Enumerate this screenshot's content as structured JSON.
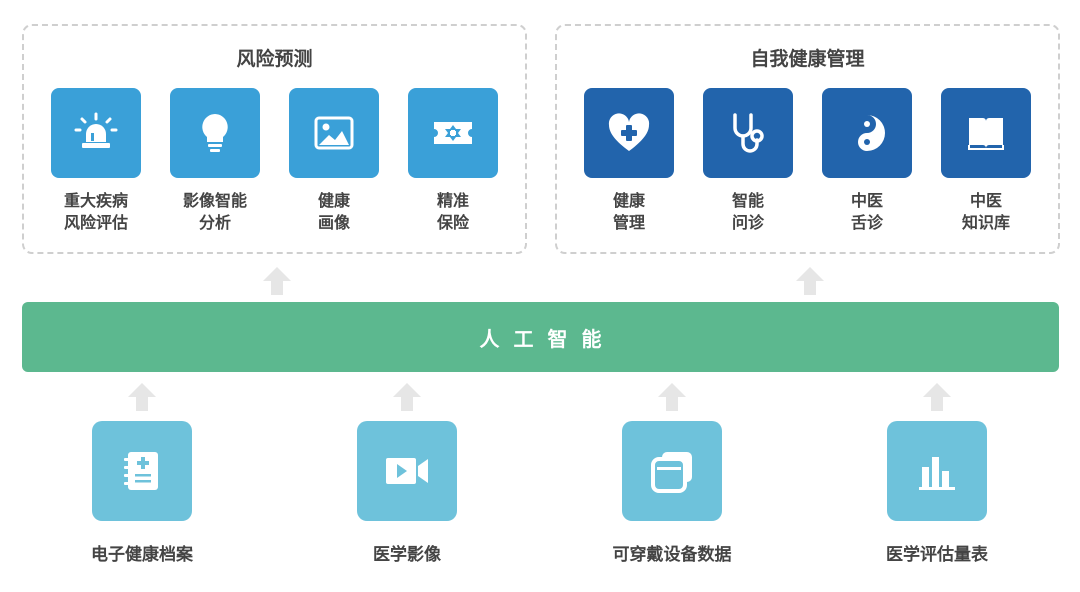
{
  "risk_panel": {
    "title": "风险预测",
    "items": [
      {
        "line1": "重大疾病",
        "line2": "风险评估",
        "icon": "alarm-light-icon"
      },
      {
        "line1": "影像智能",
        "line2": "分析",
        "icon": "lightbulb-icon"
      },
      {
        "line1": "健康",
        "line2": "画像",
        "icon": "image-icon"
      },
      {
        "line1": "精准",
        "line2": "保险",
        "icon": "insurance-ticket-icon"
      }
    ]
  },
  "health_panel": {
    "title": "自我健康管理",
    "items": [
      {
        "line1": "健康",
        "line2": "管理",
        "icon": "heart-plus-icon"
      },
      {
        "line1": "智能",
        "line2": "问诊",
        "icon": "stethoscope-icon"
      },
      {
        "line1": "中医",
        "line2": "舌诊",
        "icon": "yin-yang-icon"
      },
      {
        "line1": "中医",
        "line2": "知识库",
        "icon": "book-icon"
      }
    ]
  },
  "ai_bar": {
    "label": "人工智能"
  },
  "sources": [
    {
      "label": "电子健康档案",
      "icon": "medical-notebook-icon"
    },
    {
      "label": "医学影像",
      "icon": "video-camera-icon"
    },
    {
      "label": "可穿戴设备数据",
      "icon": "stacked-windows-icon"
    },
    {
      "label": "医学评估量表",
      "icon": "bar-chart-icon"
    }
  ],
  "colors": {
    "risk_tile": "#3aa0d8",
    "health_tile": "#2264ac",
    "ai_bar": "#5cb88f",
    "source_tile": "#6ec2db",
    "arrow": "#e6e6e6",
    "panel_border": "#cfcfcf"
  }
}
